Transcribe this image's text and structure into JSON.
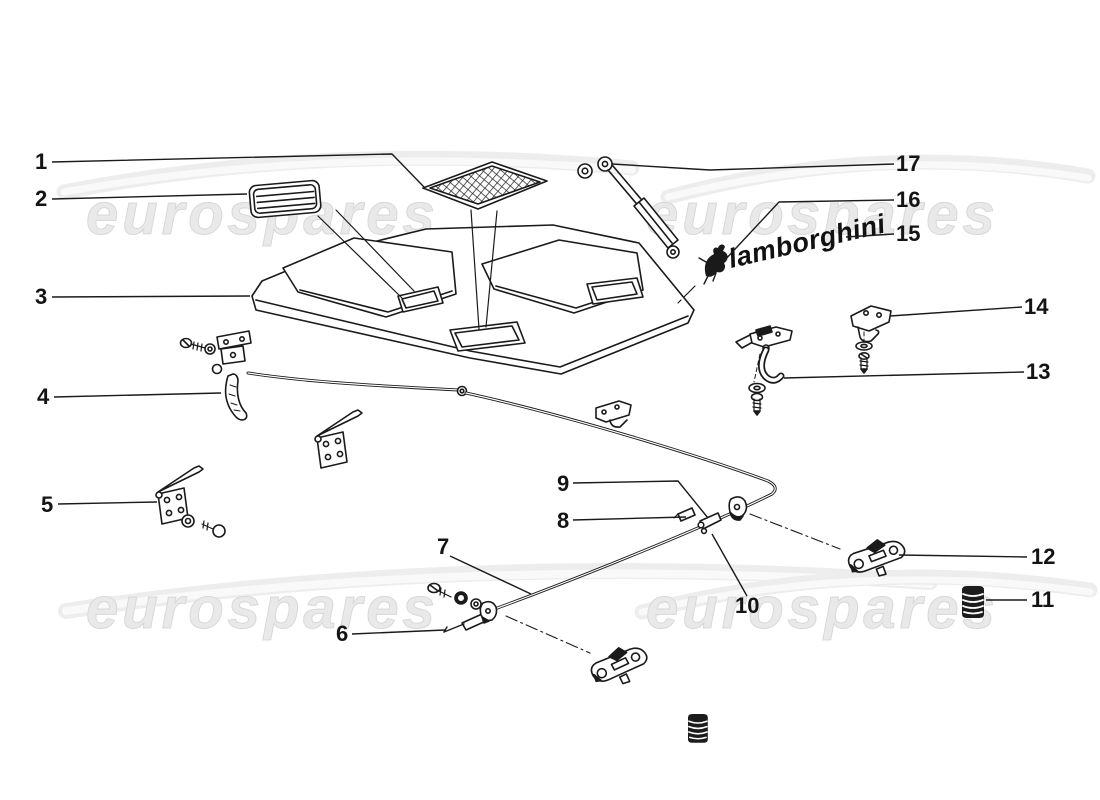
{
  "page": {
    "background": "#ffffff"
  },
  "watermark": {
    "text": "eurospares",
    "fill": "#e9e9e9",
    "stroke": "#d8d8d8"
  },
  "brand": {
    "script": "lamborghini"
  },
  "part_labels": [
    "1",
    "2",
    "3",
    "4",
    "5",
    "6",
    "7",
    "8",
    "9",
    "10",
    "11",
    "12",
    "13",
    "14",
    "15",
    "16",
    "17"
  ],
  "colors": {
    "ink": "#1a1a1a",
    "label": "#141414"
  }
}
